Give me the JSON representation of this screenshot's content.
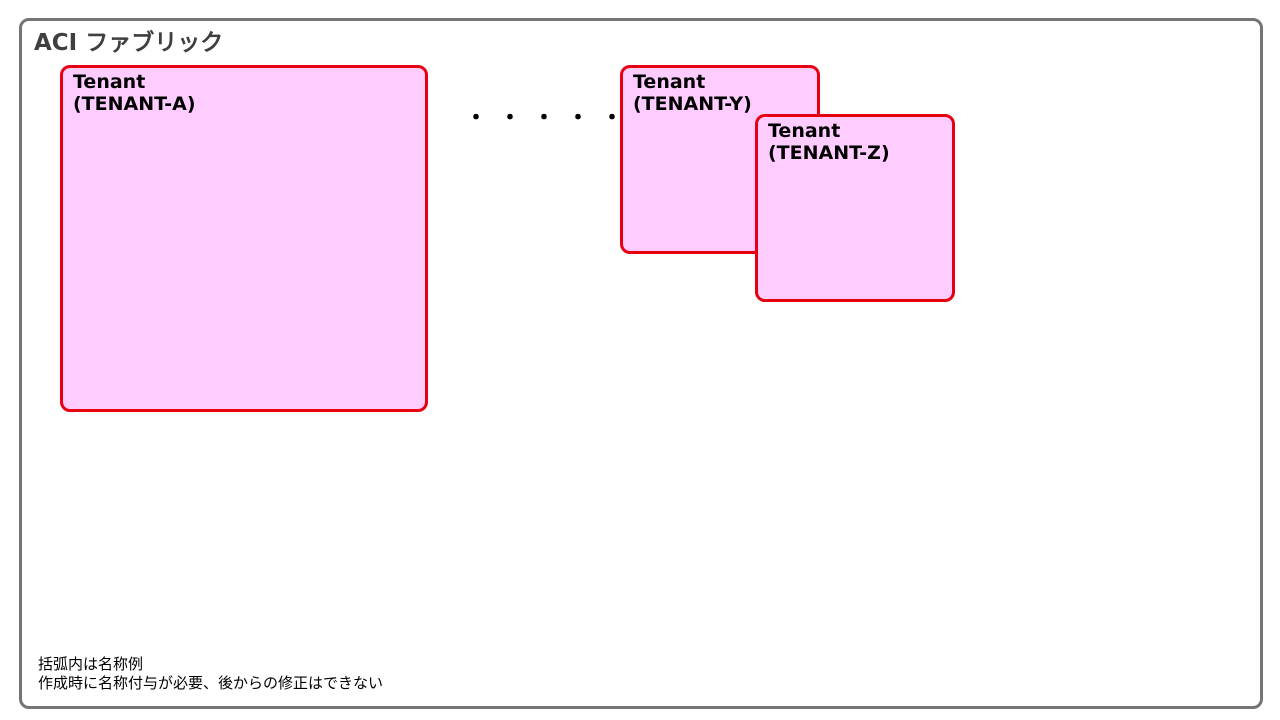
{
  "fabric": {
    "title": "ACI ファブリック"
  },
  "tenants": [
    {
      "line1": "Tenant",
      "line2": "(TENANT-A)"
    },
    {
      "line1": "Tenant",
      "line2": "(TENANT-Y)"
    },
    {
      "line1": "Tenant",
      "line2": "(TENANT-Z)"
    }
  ],
  "ellipsis": "・・・・・",
  "notes": [
    "括弧内は名称例",
    "作成時に名称付与が必要、後からの修正はできない"
  ],
  "colors": {
    "tenant_fill": "#ffccff",
    "tenant_border": "#e60012",
    "fabric_border": "#757575"
  }
}
